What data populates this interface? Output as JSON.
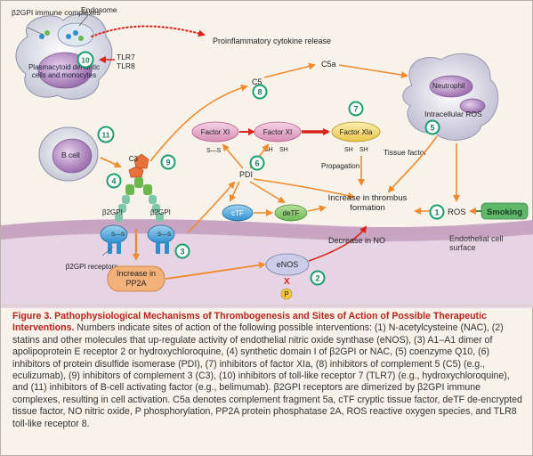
{
  "labels": {
    "b2gpi_immune_complexes": "β2GPI immune complexes",
    "endosome": "Endosome",
    "pdc": "Plasmacytoid dendritic cells and monocytes",
    "tlr7": "TLR7",
    "tlr8": "TLR8",
    "proinflammatory": "Proinflammatory cytokine release",
    "c5": "C5",
    "c5a": "C5a",
    "neutrophil": "Neutrophil",
    "intracellular_ros": "Intracellular ROS",
    "tissue_factor": "Tissue factor",
    "b_cell": "B cell",
    "c3": "C3",
    "factor_xi_a": "Factor XI",
    "factor_xi_b": "Factor XI",
    "factor_xia": "Factor XIa",
    "ss": "S—S",
    "sh": "SH",
    "propagation": "Propagation",
    "pdi": "PDI",
    "ctf": "cTF",
    "detf": "deTF",
    "increase_thrombus": "Increase in thrombus formation",
    "ros": "ROS",
    "smoking": "Smoking",
    "b2gpi_left": "β2GPI",
    "b2gpi_right": "β2GPI",
    "b2gpi_receptors": "β2GPI receptors",
    "increase_pp2a": "Increase in PP2A",
    "enos": "eNOS",
    "x_mark": "X",
    "p": "P",
    "decrease_no": "Decrease in NO",
    "endothelial": "Endothelial cell surface"
  },
  "numbers": [
    "1",
    "2",
    "3",
    "4",
    "5",
    "6",
    "7",
    "8",
    "9",
    "10",
    "11"
  ],
  "caption": {
    "title": "Figure 3. Pathophysiological Mechanisms of Thrombogenesis and Sites of Action of Possible Therapeutic Interventions.",
    "body": "Numbers indicate sites of action of the following possible interventions: (1) N-acetylcysteine (NAC), (2) statins and other molecules that up-regulate activity of endothelial nitric oxide synthase (eNOS), (3) A1–A1 dimer of apolipoprotein E receptor 2 or hydroxychloroquine, (4) synthetic domain I of β2GPI or NAC, (5) coenzyme Q10, (6) inhibitors of protein disulfide isomerase (PDI), (7) inhibitors of factor XIa, (8) inhibitors of complement 5 (C5) (e.g., eculizumab), (9) inhibitors of complement 3 (C3), (10) inhibitors of toll-like receptor 7 (TLR7) (e.g., hydroxychloroquine), and (11) inhibitors of B-cell activating factor (e.g., belimumab). β2GPI receptors are dimerized by β2GPI immune complexes, resulting in cell activation. C5a denotes complement fragment 5a, cTF cryptic tissue factor, deTF de-encrypted tissue factor, NO nitric oxide, P phosphorylation, PP2A protein phosphatase 2A, ROS reactive oxygen species, and TLR8 toll-like receptor 8."
  },
  "colors": {
    "background": "#f7f2ea",
    "membrane": "#c9a5c4",
    "cytoplasm": "#e6d3e4",
    "arrow_orange": "#f08a2c",
    "arrow_red": "#d9241c",
    "number_green": "#1b9e6e",
    "smoking_green": "#5fb86a",
    "caption_red": "#b3261e"
  }
}
